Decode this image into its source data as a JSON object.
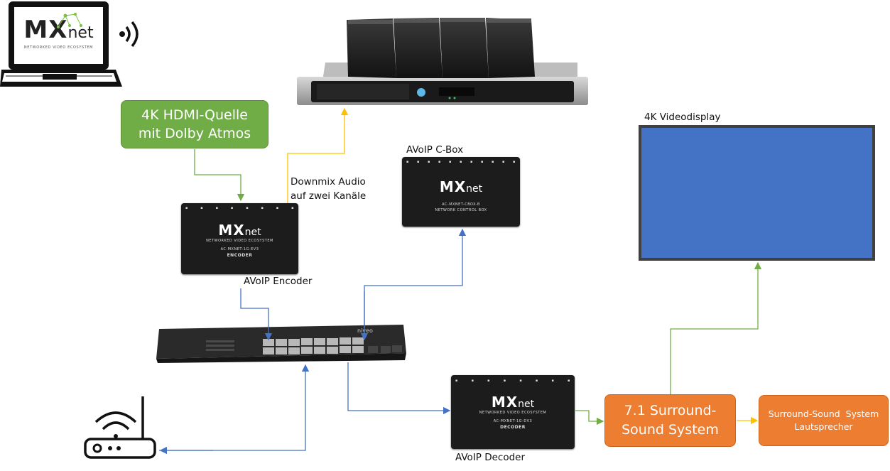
{
  "source_box": {
    "line1": "4K HDMI-Quelle",
    "line2": "mit Dolby Atmos"
  },
  "downmix_label": {
    "line1": "Downmix Audio",
    "line2": "auf zwei Kanäle"
  },
  "cbox_label": "AVoIP C-Box",
  "display_label": "4K Videodisplay",
  "encoder_label": "AVoIP Encoder",
  "decoder_label": "AVoIP Decoder",
  "surround_box": {
    "line1": "7.1 Surround-",
    "line2": "Sound System"
  },
  "speakers_box": {
    "line1": "Surround-Sound  System",
    "line2": "Lautsprecher"
  },
  "logo": {
    "brand_main": "MX",
    "brand_suffix": "net",
    "tagline": "NETWORKED VIDEO ECOSYSTEM"
  },
  "encoder_device": {
    "type": "ENCODER",
    "model": "AC-MXNET-1G-EV3"
  },
  "decoder_device": {
    "type": "DECODER",
    "model": "AC-MXNET-1G-DV3"
  },
  "cbox_device": {
    "model": "AC-MXNET-CBOX-B",
    "subtitle": "NETWORK CONTROL BOX"
  },
  "switch_brand": "niveo",
  "colors": {
    "green": "#70ad47",
    "orange": "#ed7d31",
    "blue_wire": "#4472c4",
    "yellow_wire": "#ffc000",
    "screen": "#4472c4"
  }
}
